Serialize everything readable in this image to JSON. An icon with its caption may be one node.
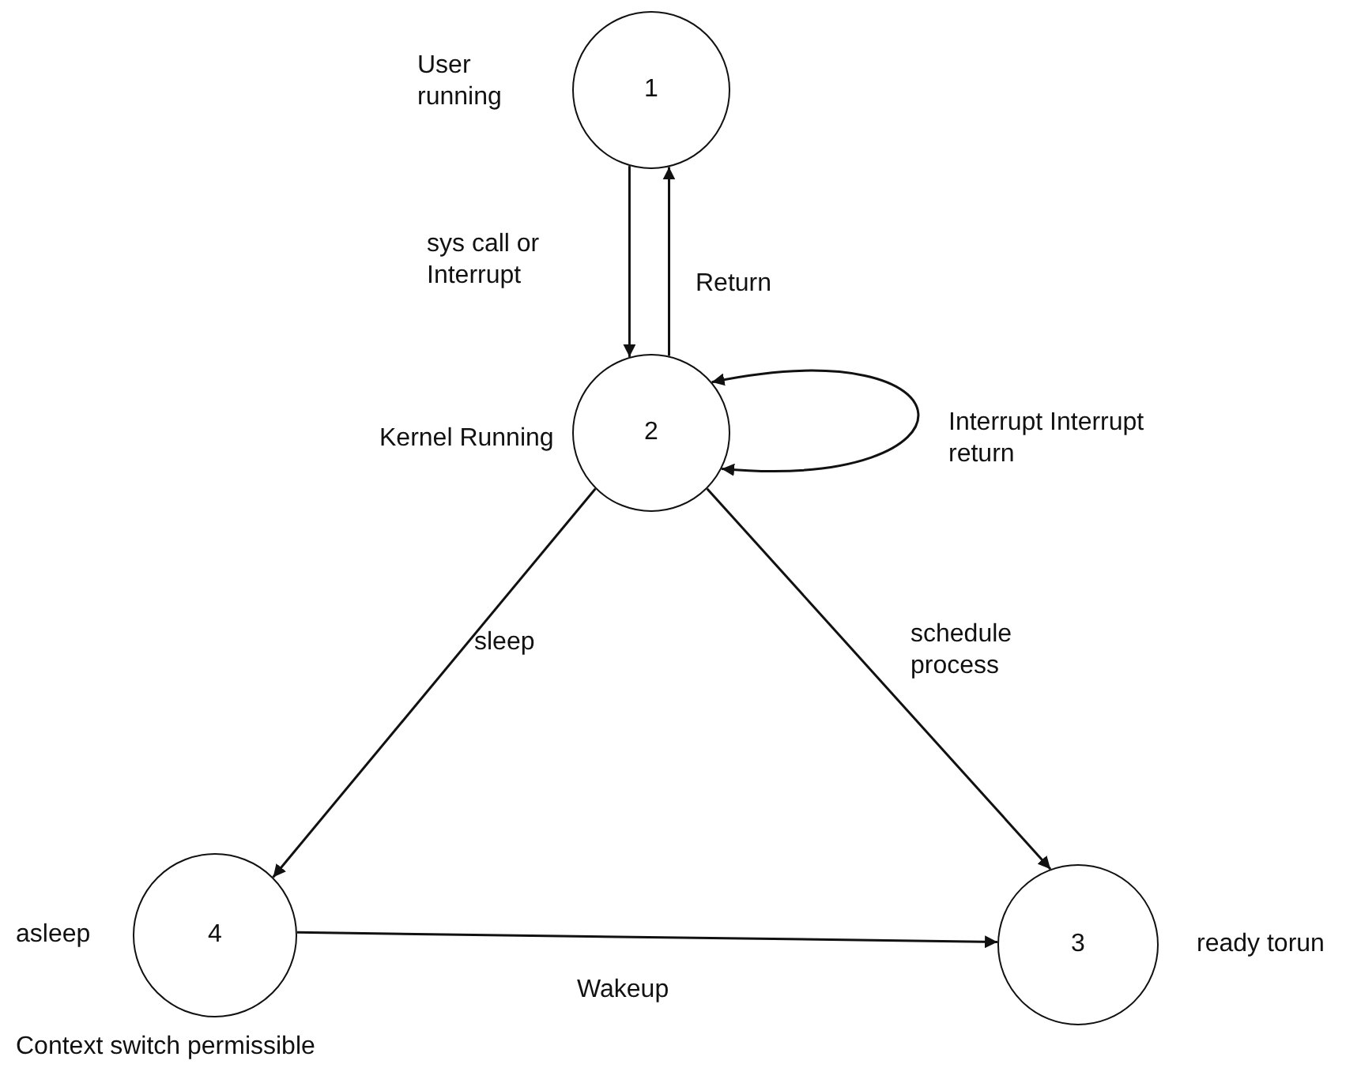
{
  "diagram": {
    "nodes": [
      {
        "text": [
          "1"
        ],
        "beside": [
          "User running"
        ]
      },
      {
        "text": [
          "2"
        ],
        "beside": [
          "Kernel Running"
        ]
      },
      {
        "text": [
          "4"
        ],
        "beside": [
          "asleep",
          "Context switch permissible"
        ]
      },
      {
        "text": [
          "3"
        ],
        "beside": [
          "ready torun"
        ]
      }
    ],
    "edges": [
      {
        "from": 0,
        "to": 1,
        "arrow": "to",
        "label": "sys call or Interrupt"
      },
      {
        "from": 1,
        "to": 0,
        "arrow": "to",
        "label": "Return"
      },
      {
        "from": 1,
        "to": 1,
        "arrow": "both",
        "label": "Interrupt Interrupt return"
      },
      {
        "from": 1,
        "to": 2,
        "arrow": "to",
        "label": "sleep"
      },
      {
        "from": 1,
        "to": 3,
        "arrow": "to",
        "label": "schedule process"
      },
      {
        "from": 2,
        "to": 3,
        "arrow": "to",
        "label": "Wakeup"
      }
    ]
  }
}
